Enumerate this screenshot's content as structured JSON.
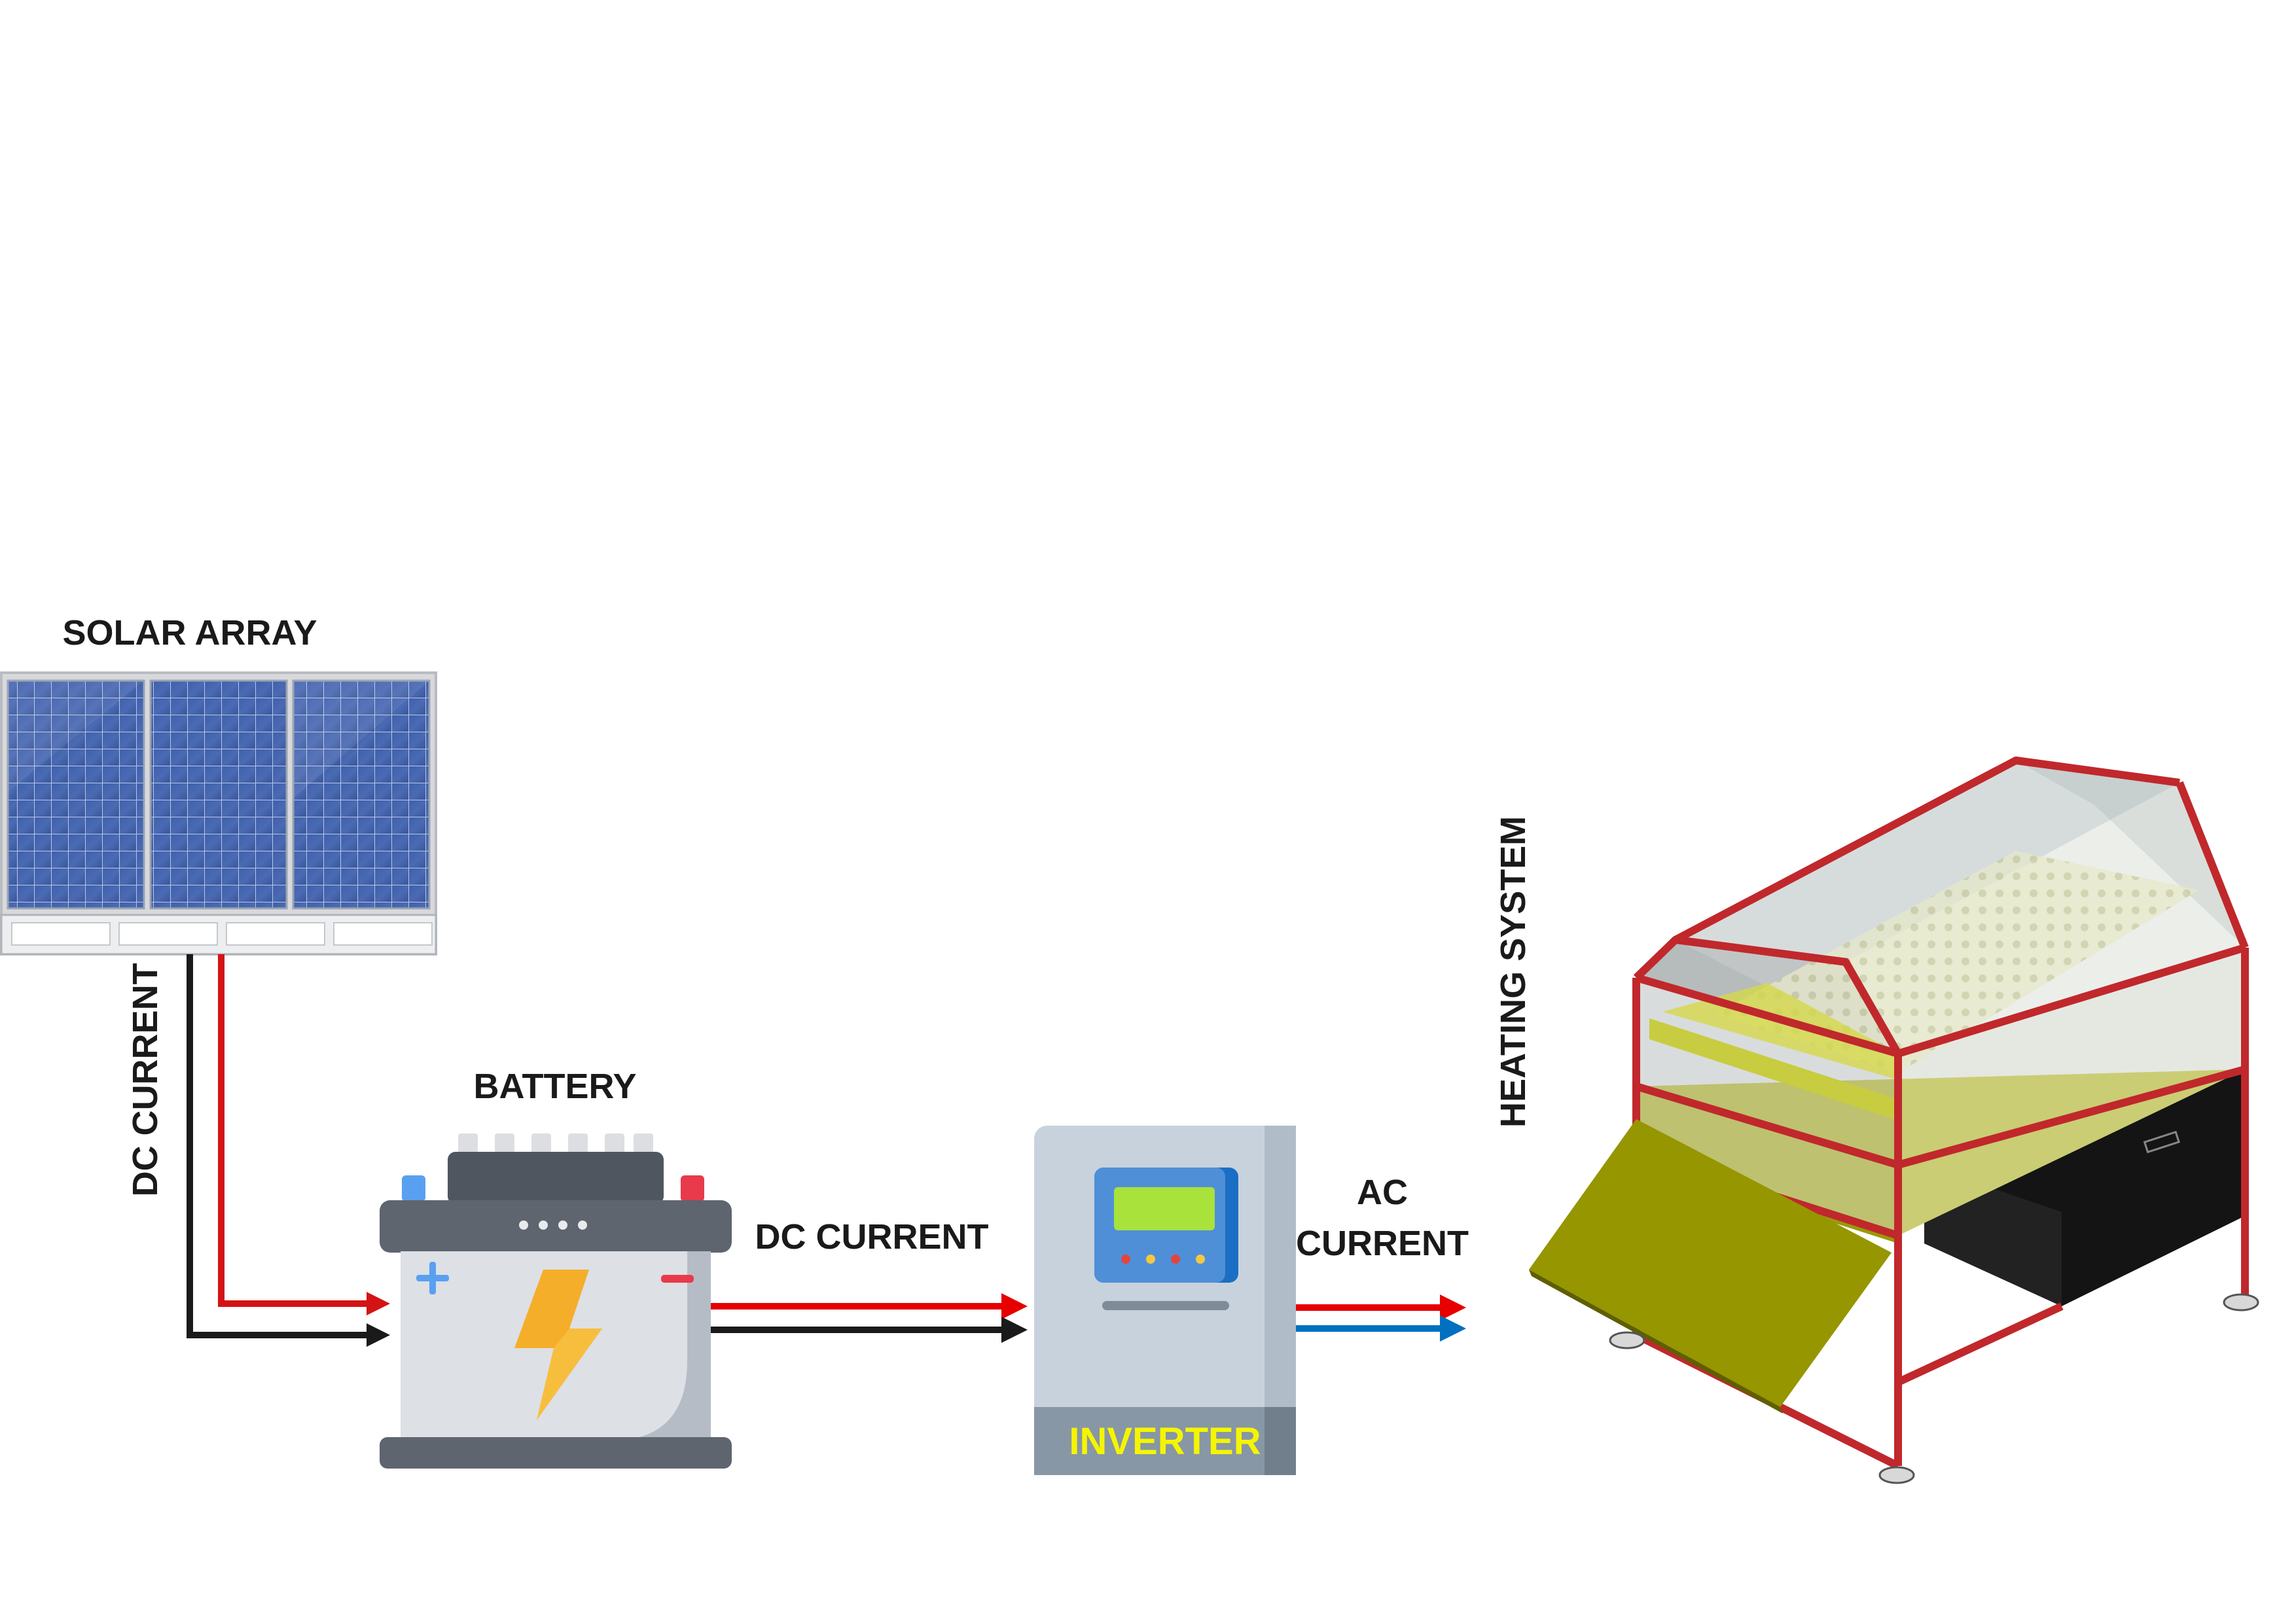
{
  "labels": {
    "solar_array": "SOLAR ARRAY",
    "battery": "BATTERY",
    "dc_current_vertical": "DC CURRENT",
    "dc_current_horizontal": "DC CURRENT",
    "ac_current_line1": "AC",
    "ac_current_line2": "CURRENT",
    "inverter": "INVERTER",
    "heating_system": "HEATING SYSTEM"
  },
  "colors": {
    "positive_wire": "#e00000",
    "negative_wire": "#1a1a1a",
    "neutral_wire": "#0070c0",
    "inverter_label": "#f5f500",
    "frame_red": "#c0282c"
  },
  "icons": [
    "solar-panel-icon",
    "battery-icon",
    "inverter-icon",
    "heating-system-icon"
  ]
}
